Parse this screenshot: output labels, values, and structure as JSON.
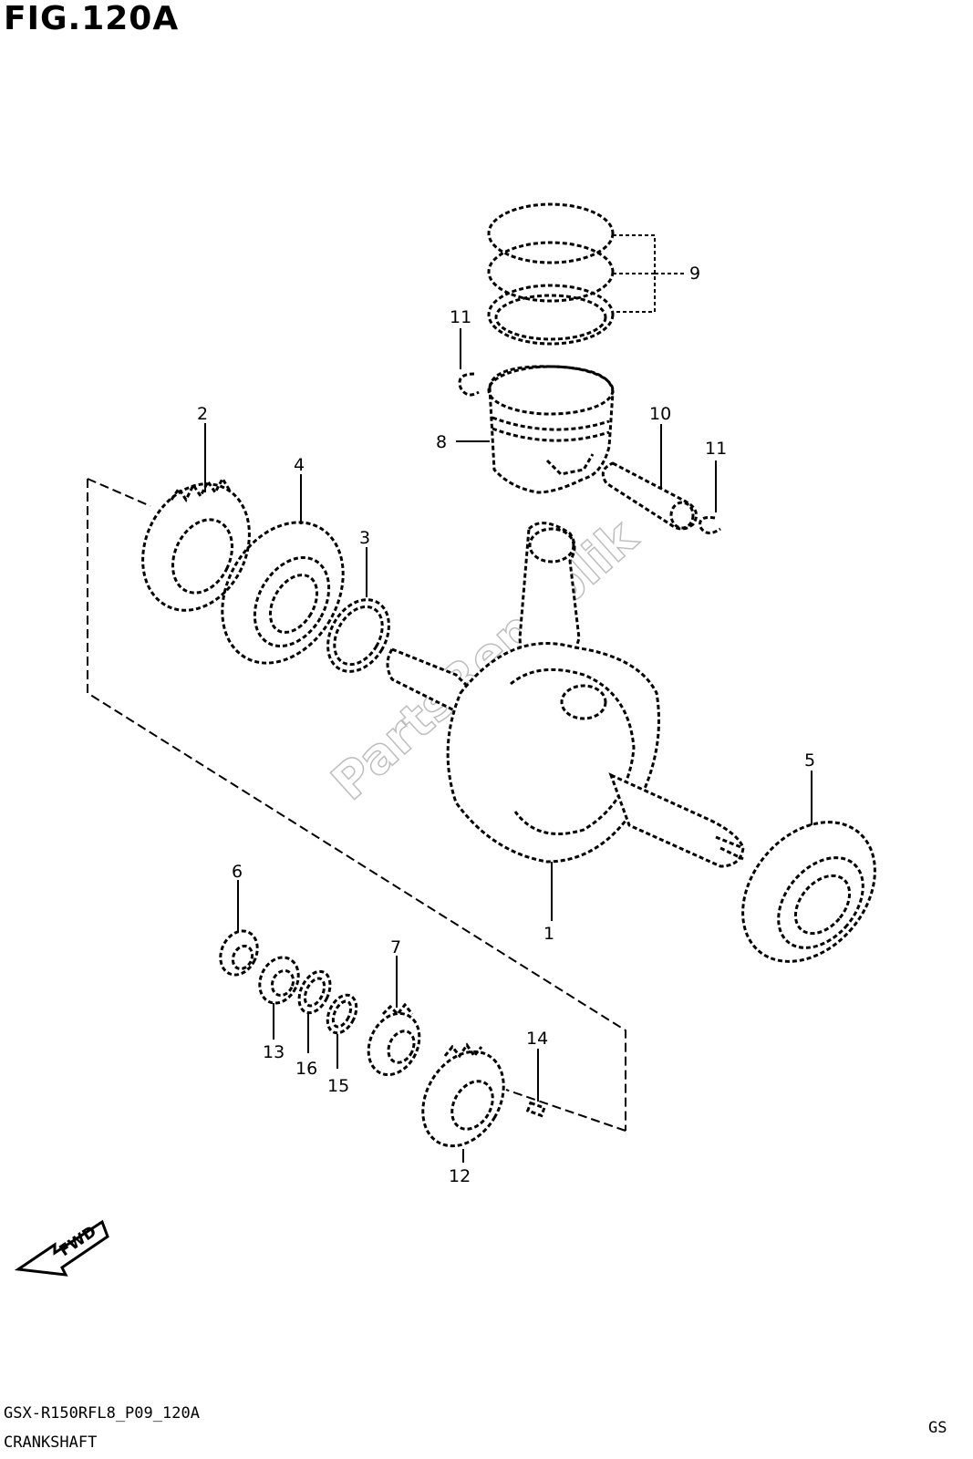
{
  "figure": {
    "title": "FIG.120A"
  },
  "watermark": {
    "text": "PartsRepublik"
  },
  "fwd_label": "FWD",
  "callouts": [
    "1",
    "2",
    "3",
    "4",
    "5",
    "6",
    "7",
    "8",
    "9",
    "10",
    "11",
    "11",
    "12",
    "13",
    "14",
    "15",
    "16"
  ],
  "footer": {
    "code": "GSX-R150RFL8_P09_120A",
    "name": "CRANKSHAFT",
    "region": "GS"
  }
}
